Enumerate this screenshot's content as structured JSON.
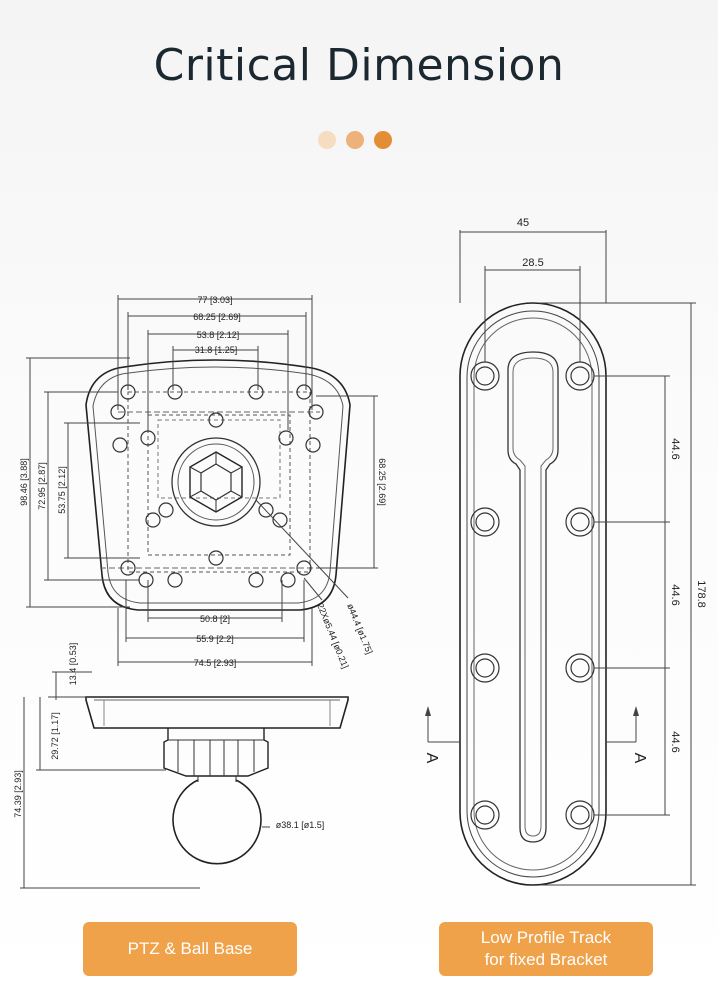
{
  "title": "Critical Dimension",
  "dots": [
    "#f6dcc0",
    "#ecb27a",
    "#e38d34"
  ],
  "base_top_dims": {
    "w77": "77 [3.03]",
    "w68": "68.25 [2.69]",
    "w53": "53.8 [2.12]",
    "w31": "31.8 [1.25]",
    "h98": "98.46 [3.88]",
    "h72": "72.95 [2.87]",
    "h53": "53.75 [2.12]",
    "h68": "68.25 [2.69]",
    "b50": "50.8 [2]",
    "b55": "55.9 [2.2]",
    "b74": "74.5 [2.93]",
    "d44": "ø44.4 [ø1.75]",
    "holes": "22Xø5.44 [ø0.21]"
  },
  "base_side_dims": {
    "h13": "13.4 [0.53]",
    "h29": "29.72 [1.17]",
    "h74": "74.39 [2.93]",
    "ball": "ø38.1 [ø1.5]"
  },
  "track_dims": {
    "width": "45",
    "slot": "28.5",
    "pitch1": "44.6",
    "pitch2": "44.6",
    "pitch3": "44.6",
    "length": "178.8",
    "section_left": "A",
    "section_right": "A"
  },
  "buttons": {
    "ptz": "PTZ & Ball Base",
    "track_line1": "Low Profile Track",
    "track_line2": "for fixed Bracket"
  },
  "colors": {
    "accent": "#f0a24a",
    "title": "#1c2830"
  }
}
